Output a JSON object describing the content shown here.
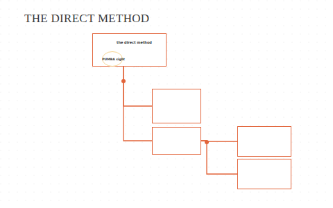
{
  "diagram": {
    "title": "THE DIRECT METHOD",
    "nodes": [
      {
        "text": [
          "the direct method"
        ]
      },
      {
        "text": [
          "PUMBA sight"
        ],
        "in": 0
      },
      {
        "text": []
      },
      {
        "text": []
      },
      {
        "text": []
      },
      {
        "text": []
      }
    ],
    "edges": [
      {
        "from": 0,
        "to": 2,
        "arrow": "none"
      },
      {
        "from": 0,
        "to": 3,
        "arrow": "none"
      },
      {
        "from": 3,
        "to": 4,
        "arrow": "none"
      },
      {
        "from": 3,
        "to": 5,
        "arrow": "none"
      }
    ]
  }
}
